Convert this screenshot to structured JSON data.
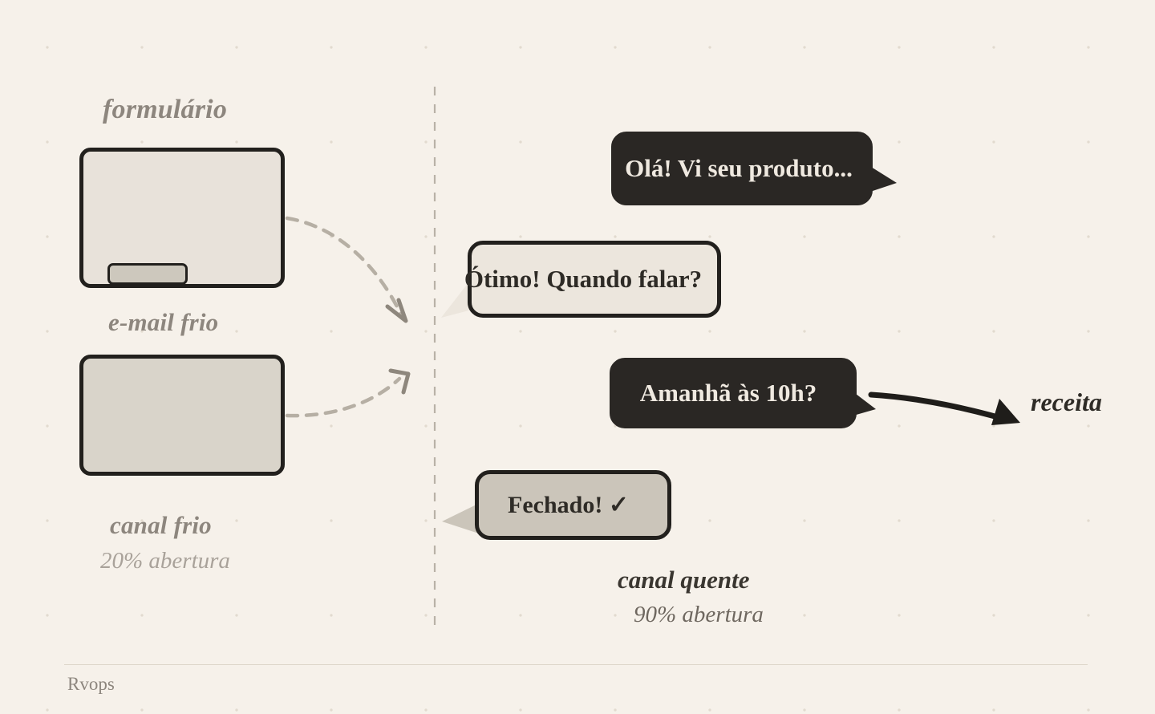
{
  "canvas": {
    "background_color": "#f6f1ea",
    "dot_grid_color": "#ded6ca",
    "divider_color": "#b9b2a7"
  },
  "left_column": {
    "title_label": "formulário",
    "form_card": {
      "fill_color": "#e8e2da",
      "border_color": "#22201d",
      "button_fill_color": "#cdc8bd"
    },
    "email_label": "e-mail frio",
    "channel_card": {
      "fill_color": "#d9d4ca",
      "border_color": "#22201d"
    },
    "channel_label": "canal frio",
    "channel_metric": "20% abertura"
  },
  "right_column": {
    "bubbles": [
      {
        "text": "Olá! Vi seu produto...",
        "style": "dark",
        "tail": "right",
        "fill_color": "#2a2724",
        "text_color": "#efe9e0"
      },
      {
        "text": "Ótimo! Quando falar?",
        "style": "light",
        "tail": "left",
        "fill_color": "#ece6dd",
        "text_color": "#2e2b26"
      },
      {
        "text": "Amanhã às 10h?",
        "style": "dark",
        "tail": "right",
        "fill_color": "#2a2724",
        "text_color": "#efe9e0"
      },
      {
        "text": "Fechado! ✓",
        "style": "muted",
        "tail": "left",
        "fill_color": "#cbc5ba",
        "text_color": "#2e2b26"
      }
    ],
    "channel_label": "canal quente",
    "channel_metric": "90% abertura",
    "outcome_label": "receita"
  },
  "footer": {
    "brand": "Rvops"
  }
}
